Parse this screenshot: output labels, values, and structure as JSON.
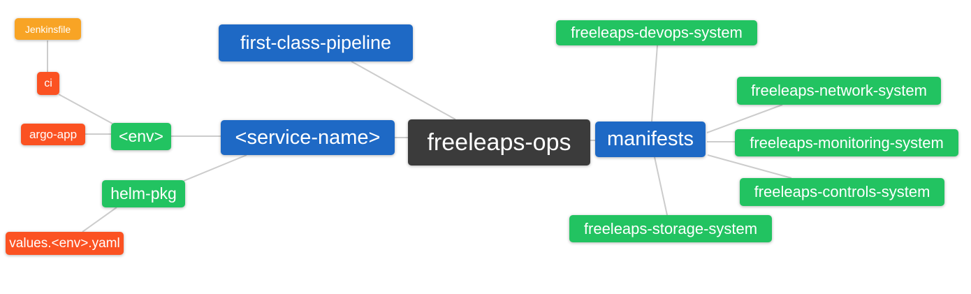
{
  "diagram": {
    "type": "mindmap",
    "root": "freeleaps_ops",
    "background": "#ffffff"
  },
  "colors": {
    "root_node": "#3b3b3b",
    "branch_node": "#1e69c5",
    "green_leaf": "#22c361",
    "red_leaf": "#fb5222",
    "amber_leaf": "#f8a425",
    "edge": "#cccccc",
    "node_text": "#ffffff"
  },
  "nodes": {
    "jenkinsfile": {
      "label": "Jenkinsfile",
      "color": "#f8a425"
    },
    "ci": {
      "label": "ci",
      "color": "#fb5222"
    },
    "argo_app": {
      "label": "argo-app",
      "color": "#fb5222"
    },
    "env": {
      "label": "<env>",
      "color": "#22c361"
    },
    "helm_pkg": {
      "label": "helm-pkg",
      "color": "#22c361"
    },
    "values_yaml": {
      "label": "values.<env>.yaml",
      "color": "#fb5222"
    },
    "fcp": {
      "label": "first-class-pipeline",
      "color": "#1e69c5"
    },
    "service_name": {
      "label": "<service-name>",
      "color": "#1e69c5"
    },
    "freeleaps_ops": {
      "label": "freeleaps-ops",
      "color": "#3b3b3b"
    },
    "manifests": {
      "label": "manifests",
      "color": "#1e69c5"
    },
    "devops_sys": {
      "label": "freeleaps-devops-system",
      "color": "#22c361"
    },
    "network_sys": {
      "label": "freeleaps-network-system",
      "color": "#22c361"
    },
    "monitoring_sys": {
      "label": "freeleaps-monitoring-system",
      "color": "#22c361"
    },
    "controls_sys": {
      "label": "freeleaps-controls-system",
      "color": "#22c361"
    },
    "storage_sys": {
      "label": "freeleaps-storage-system",
      "color": "#22c361"
    }
  },
  "edges": [
    {
      "from": "jenkinsfile",
      "to": "ci"
    },
    {
      "from": "ci",
      "to": "env"
    },
    {
      "from": "argo_app",
      "to": "env"
    },
    {
      "from": "env",
      "to": "service_name"
    },
    {
      "from": "service_name",
      "to": "helm_pkg"
    },
    {
      "from": "helm_pkg",
      "to": "values_yaml"
    },
    {
      "from": "fcp",
      "to": "freeleaps_ops"
    },
    {
      "from": "service_name",
      "to": "freeleaps_ops"
    },
    {
      "from": "freeleaps_ops",
      "to": "manifests"
    },
    {
      "from": "manifests",
      "to": "devops_sys"
    },
    {
      "from": "manifests",
      "to": "network_sys"
    },
    {
      "from": "manifests",
      "to": "monitoring_sys"
    },
    {
      "from": "manifests",
      "to": "controls_sys"
    },
    {
      "from": "manifests",
      "to": "storage_sys"
    }
  ]
}
